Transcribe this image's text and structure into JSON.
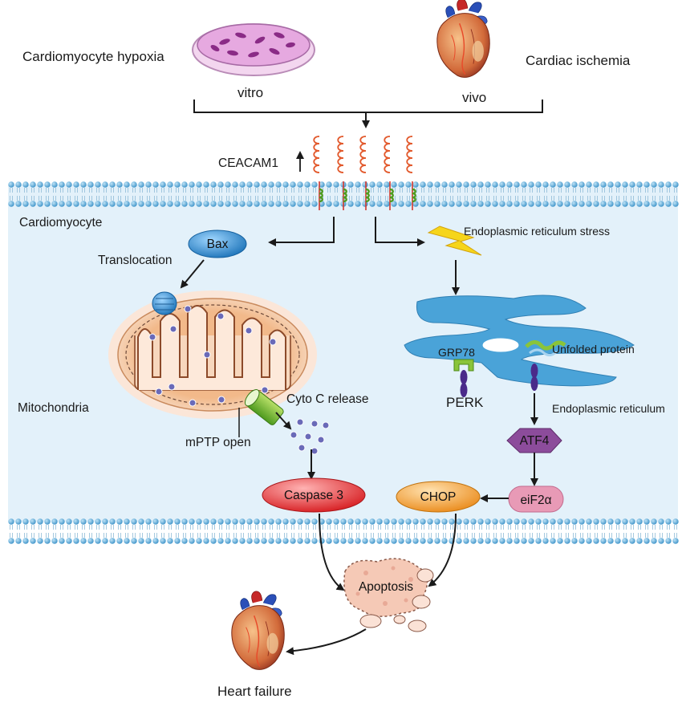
{
  "labels": {
    "cardiomyocyte_hypoxia": "Cardiomyocyte hypoxia",
    "cardiac_ischemia": "Cardiac ischemia",
    "vitro": "vitro",
    "vivo": "vivo",
    "ceacam1": "CEACAM1",
    "cardiomyocyte": "Cardiomyocyte",
    "bax": "Bax",
    "translocation": "Translocation",
    "er_stress": "Endoplasmic reticulum stress",
    "mitochondria": "Mitochondria",
    "cyto_c_release": "Cyto C release",
    "mptp_open": "mPTP open",
    "grp78": "GRP78",
    "unfolded_protein": "Unfolded protein",
    "perk": "PERK",
    "endoplasmic_reticulum": "Endoplasmic reticulum",
    "atf4": "ATF4",
    "caspase3": "Caspase 3",
    "chop": "CHOP",
    "eif2a": "eiF2α",
    "apoptosis": "Apoptosis",
    "heart_failure": "Heart failure"
  },
  "colors": {
    "membrane_head": "#5aa9d6",
    "cell_background": "#e3f1fa",
    "er": "#4aa3d8",
    "mito_outer": "#e8a46e",
    "mito_inner": "#f7d7bd",
    "caspase": "#e2282c",
    "chop": "#f09a2a",
    "atf4": "#8c4c9b",
    "eif2a": "#e89ab6",
    "bax": "#2e8fd3"
  }
}
